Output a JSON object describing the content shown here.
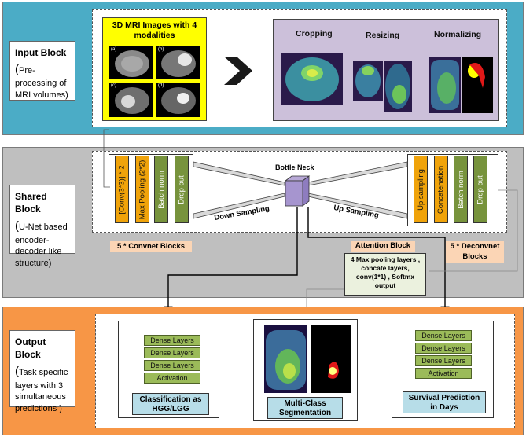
{
  "input_block": {
    "label_title": "Input Block",
    "label_bracket": "(",
    "label_line1": "Pre-",
    "label_line2": "processing of",
    "label_line3": "MRI volumes)",
    "mri_title_line1": "3D MRI Images with 4",
    "mri_title_line2": "modalities",
    "modality_tags": [
      "(a)",
      "(b)",
      "(c)",
      "(d)"
    ],
    "steps": [
      "Cropping",
      "Resizing",
      "Normalizing"
    ]
  },
  "shared_block": {
    "label_title": "Shared Block",
    "label_bracket": "(",
    "label_line1": "U-Net based",
    "label_line2": "encoder-",
    "label_line3": "decoder like",
    "label_line4": "structure)",
    "encoder_layers": [
      "[Conv(3*3)] * 2",
      "Max Pooling (2*2)",
      "Batch norm",
      "Drop out"
    ],
    "decoder_layers": [
      "Up sampling",
      "Concatenation",
      "Batch norm",
      "Drop out"
    ],
    "bottleneck": "Bottle Neck",
    "down_sampling": "Down Sampling",
    "up_sampling": "Up Sampling",
    "convnet_label": "5 * Convnet Blocks",
    "attention_label": "Attention Block",
    "deconvnet_label_line1": "5 * Deconvnet",
    "deconvnet_label_line2": "Blocks",
    "attention_desc_line1": "4 Max pooling layers ,",
    "attention_desc_line2": "concate layers,",
    "attention_desc_line3": "conv(1*1) , Softmx",
    "attention_desc_line4": "output"
  },
  "output_block": {
    "label_title": "Output Block",
    "label_bracket": "(",
    "label_line1": "Task specific",
    "label_line2": "layers with 3",
    "label_line3": "simultaneous",
    "label_line4": "predictions )",
    "classification_layers": [
      "Dense Layers",
      "Dense Layers",
      "Dense Layers",
      "Activation"
    ],
    "classification_result_line1": "Classification as",
    "classification_result_line2": "HGG/LGG",
    "segmentation_result_line1": "Multi-Class",
    "segmentation_result_line2": "Segmentation",
    "survival_layers": [
      "Dense Layers",
      "Dense Layers",
      "Dense Layers",
      "Activation"
    ],
    "survival_result_line1": "Survival Prediction",
    "survival_result_line2": "in Days"
  },
  "colors": {
    "input_band": "#4bacc6",
    "shared_band": "#bfbfbf",
    "output_band": "#f79646",
    "yellow_panel": "#ffff00",
    "preprocess_panel": "#ccc0da",
    "layer_green": "#77933c",
    "layer_orange": "#f0a30a",
    "dense_green": "#9bbb59",
    "result_blue": "#b7dde8",
    "peach_label": "#fbd5b5",
    "attention_box": "#ebf1de"
  }
}
